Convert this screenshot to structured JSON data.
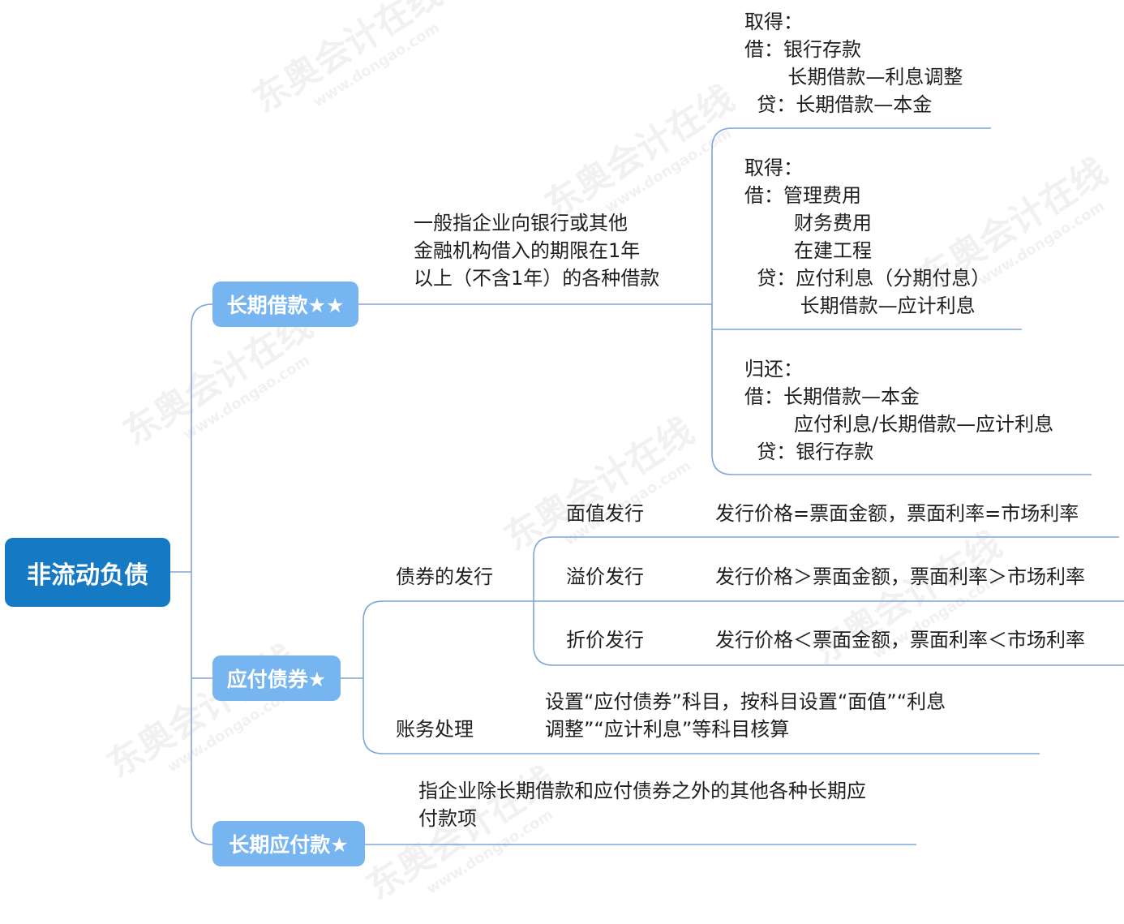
{
  "root": {
    "label": "非流动负债"
  },
  "branches": {
    "long_term_loan": {
      "label": "长期借款★★",
      "definition": "一般指企业向银行或其他\n金融机构借入的期限在1年\n以上（不含1年）的各种借款",
      "entries": [
        "取得：\n借：银行存款\n       长期借款—利息调整\n  贷：长期借款—本金",
        "取得：\n借：管理费用\n        财务费用\n        在建工程\n  贷：应付利息（分期付息）\n         长期借款—应计利息",
        "归还：\n借：长期借款—本金\n        应付利息/长期借款—应计利息\n  贷：银行存款"
      ]
    },
    "bonds_payable": {
      "label": "应付债券★",
      "issuance": {
        "label": "债券的发行",
        "types": [
          {
            "label": "面值发行",
            "desc": "发行价格=票面金额，票面利率=市场利率"
          },
          {
            "label": "溢价发行",
            "desc": "发行价格＞票面金额，票面利率＞市场利率"
          },
          {
            "label": "折价发行",
            "desc": "发行价格＜票面金额，票面利率＜市场利率"
          }
        ]
      },
      "accounting": {
        "label": "账务处理",
        "desc": "设置“应付债券”科目，按科目设置“面值”“利息\n调整”“应计利息”等科目核算"
      }
    },
    "long_term_payables": {
      "label": "长期应付款★",
      "definition": "指企业除长期借款和应付债券之外的其他各种长期应\n付款项"
    }
  },
  "watermark": {
    "brand": "东奥会计在线",
    "url": "www.dongao.com"
  },
  "colors": {
    "root": "#1679c4",
    "branch": "#76b5f0",
    "line": "#7ea6d6"
  }
}
